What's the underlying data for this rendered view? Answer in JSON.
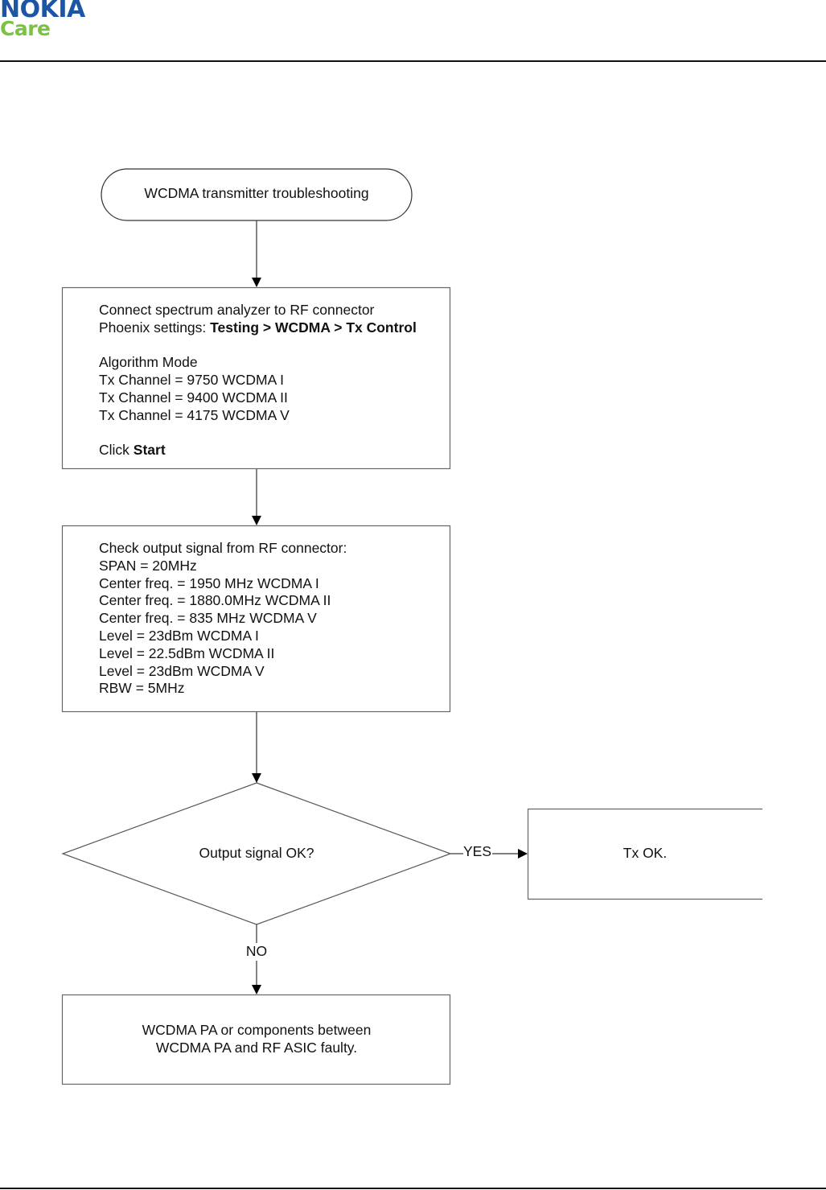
{
  "brand": {
    "name": "NOKIA",
    "sub": "Care",
    "primary_color": "#1a55a6",
    "secondary_color": "#7bc143"
  },
  "flowchart": {
    "start": "WCDMA transmitter troubleshooting",
    "setup": {
      "line1": "Connect spectrum analyzer to RF connector",
      "line2_prefix": "Phoenix settings: ",
      "line2_bold": "Testing > WCDMA > Tx Control",
      "mode": "Algorithm Mode",
      "channels": [
        "Tx Channel = 9750 WCDMA I",
        "Tx Channel = 9400 WCDMA II",
        "Tx Channel = 4175 WCDMA V"
      ],
      "click_prefix": "Click ",
      "click_bold": "Start"
    },
    "check": {
      "lines": [
        "Check output signal from RF connector:",
        "SPAN = 20MHz",
        "Center freq. = 1950 MHz WCDMA I",
        "Center freq. = 1880.0MHz WCDMA II",
        "Center freq. = 835 MHz WCDMA V",
        "Level = 23dBm WCDMA I",
        "Level = 22.5dBm WCDMA II",
        "Level = 23dBm WCDMA V",
        "RBW = 5MHz"
      ]
    },
    "decision": "Output signal OK?",
    "yes_label": "YES",
    "no_label": "NO",
    "yes_result": "Tx OK.",
    "no_result": {
      "line1": "WCDMA PA or components between",
      "line2": "WCDMA PA and RF ASIC faulty."
    }
  }
}
